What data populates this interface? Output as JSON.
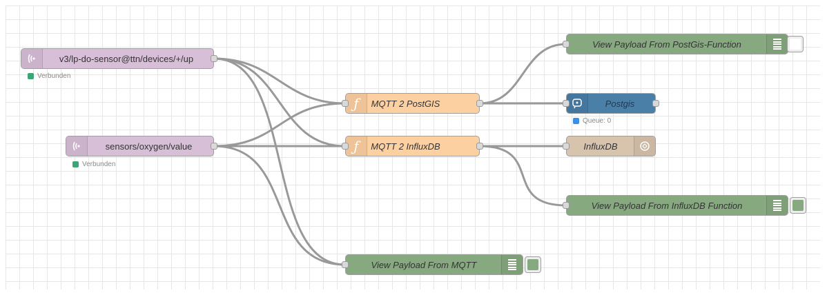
{
  "colors": {
    "mqtt_in": "#d8bfd8",
    "function": "#fdd0a2",
    "debug": "#87a980",
    "postgis": "#4a7fa8",
    "influx": "#d8c3ad",
    "status_connected": "#3aa676",
    "status_queue": "#3b8fe8",
    "wire": "#999999"
  },
  "nodes": {
    "mqtt_in_1": {
      "label": "v3/lp-do-sensor@ttn/devices/+/up",
      "icon": "mqtt-signal-icon",
      "status": "Verbunden"
    },
    "mqtt_in_2": {
      "label": "sensors/oxygen/value",
      "icon": "mqtt-signal-icon",
      "status": "Verbunden"
    },
    "function_postgis": {
      "label": "MQTT 2 PostGIS",
      "icon": "function-icon"
    },
    "function_influx": {
      "label": "MQTT 2 InfluxDB",
      "icon": "function-icon"
    },
    "debug_postgis": {
      "label": "View Payload From PostGis-Function",
      "icon": "list-icon",
      "active": false
    },
    "postgis": {
      "label": "Postgis",
      "icon": "database-icon",
      "status": "Queue: 0"
    },
    "influxdb": {
      "label": "InfluxDB",
      "icon": "influxdb-icon"
    },
    "debug_influx": {
      "label": "View Payload From InfluxDB Function",
      "icon": "list-icon",
      "active": true
    },
    "debug_mqtt": {
      "label": "View Payload From MQTT",
      "icon": "list-icon",
      "active": true
    }
  }
}
